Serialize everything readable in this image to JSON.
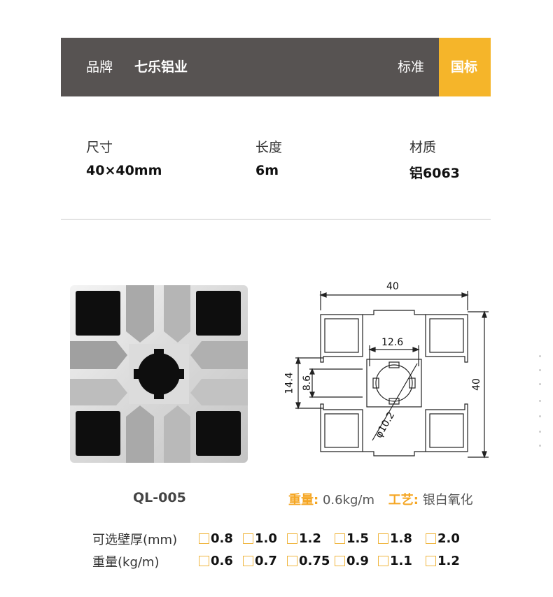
{
  "header": {
    "brand_label": "品牌",
    "brand_value": "七乐铝业",
    "standard_label": "标准",
    "standard_value": "国标"
  },
  "specs": [
    {
      "label": "尺寸",
      "value": "40×40mm"
    },
    {
      "label": "长度",
      "value": "6m"
    },
    {
      "label": "材质",
      "value": "铝6063"
    }
  ],
  "product": {
    "model": "QL-005",
    "weight_label": "重量:",
    "weight_value": "0.6kg/m",
    "process_label": "工艺:",
    "process_value": "银白氧化"
  },
  "drawing": {
    "dim_width": "40",
    "dim_height": "40",
    "dim_inner": "12.6",
    "dim_slot": "14.4",
    "dim_slot_inner": "8.6",
    "dim_hole": "φ10.2"
  },
  "options": {
    "wall_label": "可选壁厚(mm)",
    "wall_values": [
      "0.8",
      "1.0",
      "1.2",
      "1.5",
      "1.8",
      "2.0"
    ],
    "weight_label": "重量(kg/m)",
    "weight_values": [
      "0.6",
      "0.7",
      "0.75",
      "0.9",
      "1.1",
      "1.2"
    ]
  },
  "colors": {
    "header_bg": "#575352",
    "accent": "#f5b52a",
    "label_orange": "#f5a623"
  }
}
